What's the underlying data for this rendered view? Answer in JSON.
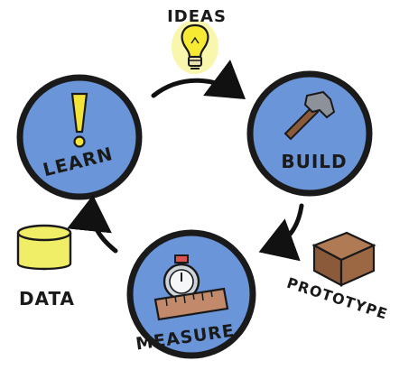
{
  "labels": {
    "ideas": "IDEAS",
    "learn": "LEARN",
    "build": "BUILD",
    "measure": "MEASURE",
    "data": "DATA",
    "prototype": "PROTOTYPE"
  },
  "colors": {
    "circle_fill": "#6a95d8",
    "circle_stroke": "#1a1a1a",
    "bulb_glow": "#f2f06a",
    "bulb_yellow": "#f7ea33",
    "hammer_handle": "#8b5a3a",
    "hammer_head": "#8d9199",
    "ruler_fill": "#c28a6a",
    "box_top": "#b07a55",
    "box_front": "#8a5a3a",
    "cylinder_yellow": "#f0ee66",
    "exclamation_yellow": "#f3e43a"
  },
  "icons": [
    "light-bulb-icon",
    "exclamation-icon",
    "hammer-icon",
    "stopwatch-icon",
    "ruler-icon",
    "box-icon",
    "cylinder-icon",
    "arrow-icon"
  ]
}
